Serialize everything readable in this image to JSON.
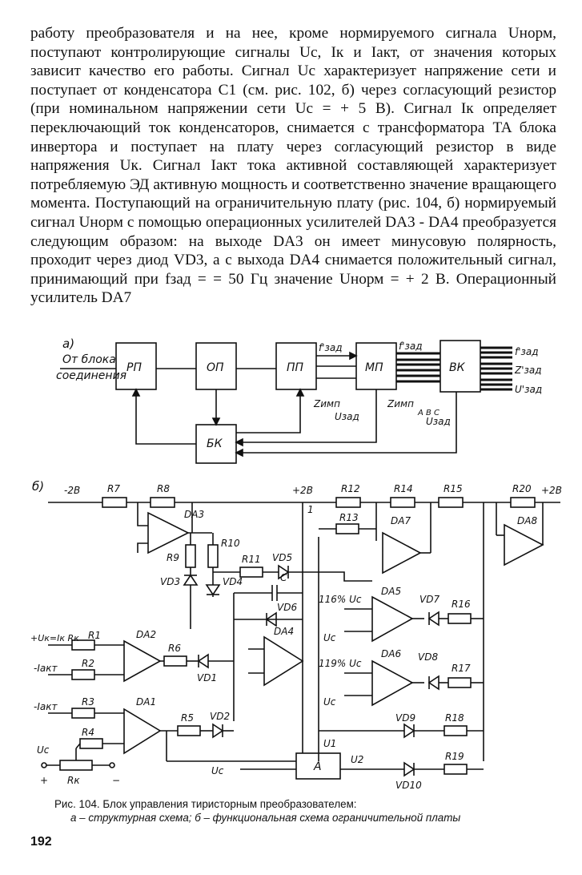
{
  "body_text": "работу преобразователя и на нее, кроме нормируемого сигнала Uнорм, поступают контролирующие сигналы Uс, Iк и Iакт, от значения которых зависит качество его работы. Сигнал Uс характеризует напряжение сети и поступает от конденсатора C1 (см. рис. 102, б) через согласующий резистор (при номинальном напряжении сети Uс = + 5 В). Сигнал Iк определяет переключающий ток конденсаторов, снимается с трансформатора TA блока инвертора и поступает на плату через согласующий резистор в виде напряжения Uк. Сигнал Iакт тока активной составляющей характеризует потребляемую ЭД активную мощность и соответственно значение вращающего момента. Поступающий на ограничительную плату (рис. 104, б) нормируемый сигнал Uнорм с помощью операционных усилителей DA3 - DA4 преобразуется следующим образом: на выходе DA3 он имеет минусовую полярность, проходит через диод VD3, а с выхода DA4 снимается положительный сигнал, принимающий при fзад = = 50 Гц значение Uнорм = + 2 В. Операционный усилитель DA7",
  "figure": {
    "a": {
      "panel_label": "а)",
      "input_label": [
        "От блока",
        "соединения"
      ],
      "blocks": [
        "РП",
        "ОП",
        "ПП",
        "МП",
        "ВК",
        "БК"
      ],
      "labels": {
        "f_zad": "f'зад",
        "f_zad_abc": "f'зад",
        "z_imp_1": "Zимп",
        "u_zad_1": "Uзад",
        "z_imp_2": "Zимп",
        "abc_1": "A B C",
        "u_zad_abc": "Uзад",
        "out_f": "f'зад",
        "out_z": "Z'зад",
        "out_u": "U'зад"
      }
    },
    "b": {
      "panel_label": "б)",
      "supply": [
        "-2В",
        "+2В",
        "+2В"
      ],
      "node_1": "1",
      "resistors": [
        "R7",
        "R8",
        "R12",
        "R14",
        "R15",
        "R20",
        "R9",
        "R10",
        "R11",
        "R13",
        "R16",
        "R17",
        "R1",
        "R2",
        "R3",
        "R4",
        "R5",
        "R6",
        "R18",
        "R19",
        "Rк"
      ],
      "opamps": [
        "DA3",
        "DA7",
        "DA8",
        "DA5",
        "DA6",
        "DA2",
        "DA4",
        "DA1"
      ],
      "diodes": [
        "VD5",
        "VD3",
        "VD4",
        "VD6",
        "VD7",
        "VD8",
        "VD1",
        "VD2",
        "VD9",
        "VD10"
      ],
      "capacitor": "C",
      "inputs": [
        "+Uк=Iк Rк",
        "-Iакт",
        "-Iакт",
        "Uс",
        "+",
        "−"
      ],
      "comparator_refs": [
        "116% Uс",
        "Uс",
        "119% Uс",
        "Uс"
      ],
      "block_a": "A",
      "signals": [
        "Uс",
        "U1",
        "U2"
      ]
    }
  },
  "caption": {
    "title": "Рис. 104. Блок управления тиристорным преобразователем:",
    "subtitle": "а – структурная схема; б – функциональная схема ограничительной платы"
  },
  "page_number": "192"
}
